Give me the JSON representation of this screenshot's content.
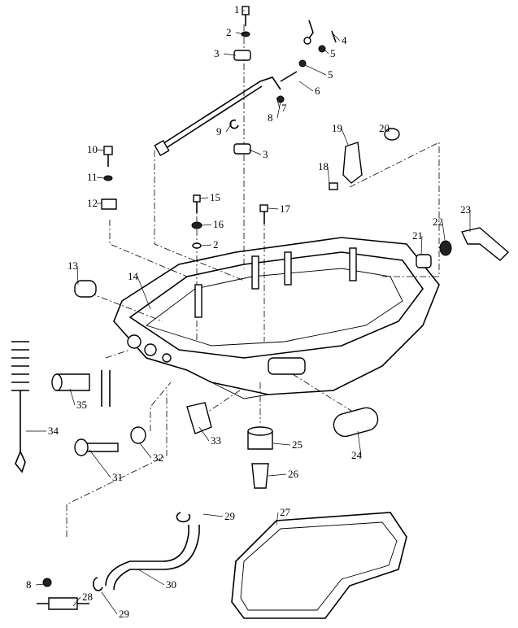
{
  "diagram": {
    "type": "exploded-parts-diagram",
    "callouts": [
      "1",
      "2",
      "3",
      "4",
      "5",
      "5",
      "6",
      "7",
      "8",
      "9",
      "3",
      "10",
      "11",
      "12",
      "13",
      "14",
      "15",
      "16",
      "2",
      "17",
      "18",
      "19",
      "20",
      "21",
      "22",
      "23",
      "24",
      "25",
      "26",
      "27",
      "28",
      "29",
      "29",
      "30",
      "31",
      "32",
      "33",
      "34",
      "35",
      "8"
    ]
  }
}
